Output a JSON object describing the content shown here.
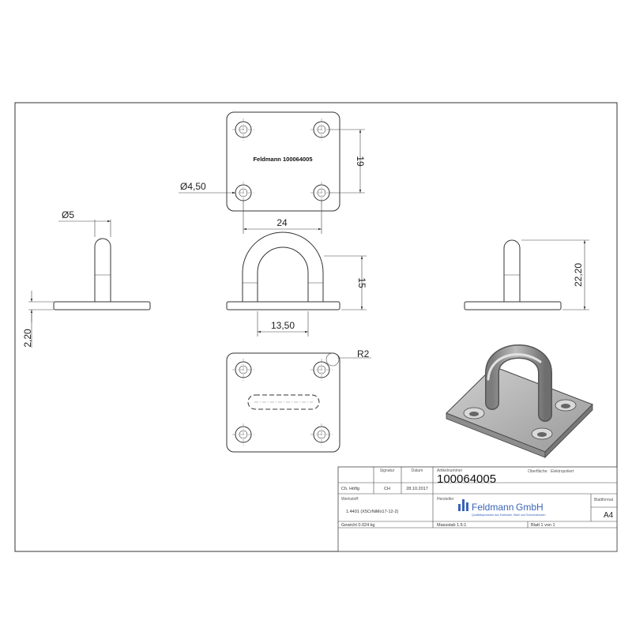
{
  "front_view": {
    "part_marking": "Feldmann 100064005",
    "dim_hole_diameter": "Ø4,50",
    "dim_hole_spacing_vertical": "19",
    "dim_hole_spacing_horizontal": "24"
  },
  "middle_view": {
    "dim_loop_height": "15",
    "dim_loop_width": "13,50"
  },
  "left_view": {
    "dim_wire_diameter": "Ø5",
    "dim_plate_thickness": "2,20"
  },
  "right_view": {
    "dim_total_height": "22,20"
  },
  "bottom_view": {
    "dim_corner_radius": "R2"
  },
  "title_block": {
    "drawn_by": "Ch. Höflg",
    "signature_label": "Signatur",
    "signature": "CH",
    "date_label": "Datum",
    "date": "28.10.2017",
    "article_label": "Artikelnummer",
    "article_number": "100064005",
    "surface_label": "Oberfläche:",
    "surface": "Elektropoliert",
    "material_label": "Werkstoff:",
    "material": "1.4401 (X5CrNiMo17-12-2)",
    "manufacturer_label": "Hersteller",
    "manufacturer_name": "Feldmann",
    "manufacturer_suffix": "GmbH",
    "manufacturer_tagline": "Qualitätsprodukte aus Edelstahl, Stahl und Schmiedeeisen",
    "sheet_format_label": "Blattformat",
    "sheet_format": "A4",
    "weight": "Gewicht 0.024 kg",
    "scale": "Massstab 1.5:1",
    "sheet": "Blatt 1 von 1"
  },
  "colors": {
    "brand_blue": "#3a64b8",
    "line": "#333333",
    "shade_metal": "#8f8f8f"
  }
}
